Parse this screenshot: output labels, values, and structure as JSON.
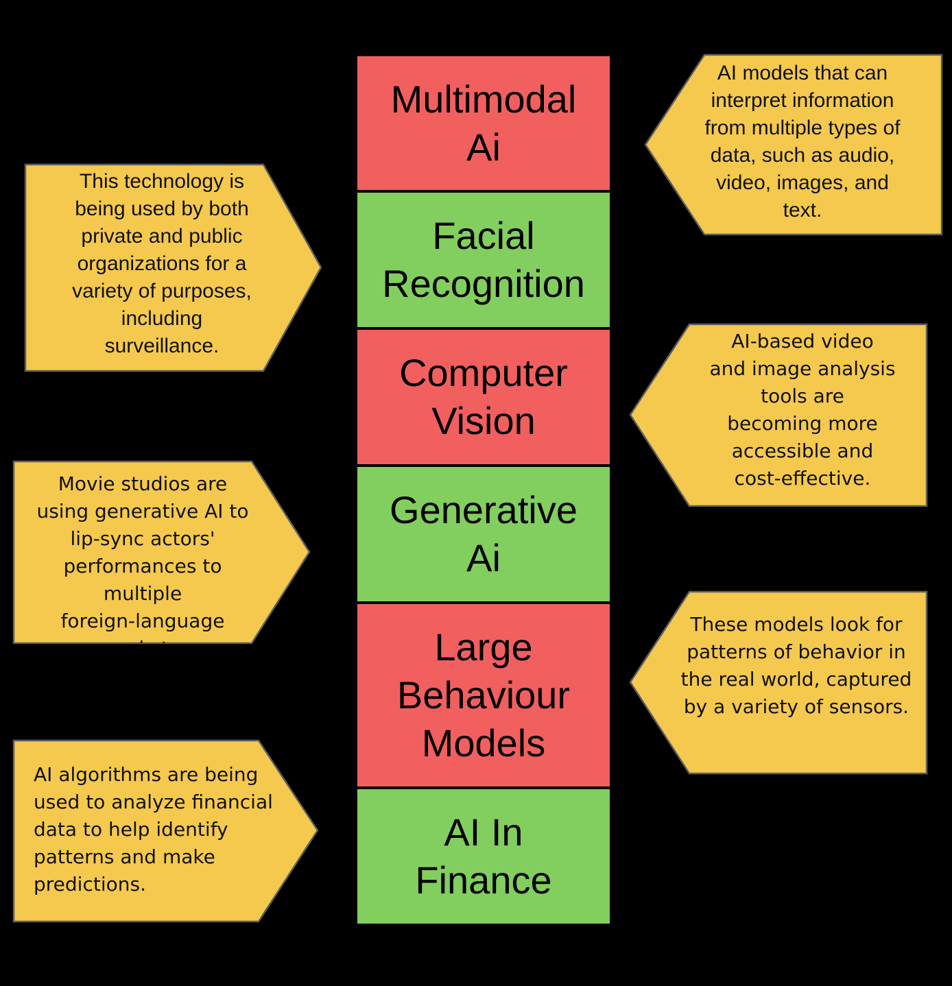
{
  "colors": {
    "red_box": "#F25F5F",
    "green_box": "#82CE5E",
    "callout_fill": "#F5C94E",
    "callout_stroke": "#5E5E5E",
    "background": "#000000"
  },
  "boxes": [
    {
      "lines": [
        "Multimodal",
        "Ai"
      ],
      "color": "red"
    },
    {
      "lines": [
        "Facial",
        "Recognition"
      ],
      "color": "green"
    },
    {
      "lines": [
        "Computer",
        "Vision"
      ],
      "color": "red"
    },
    {
      "lines": [
        "Generative",
        "Ai"
      ],
      "color": "green"
    },
    {
      "lines": [
        "Large",
        "Behaviour",
        "Models"
      ],
      "color": "red"
    },
    {
      "lines": [
        "AI In",
        "Finance"
      ],
      "color": "green"
    }
  ],
  "callouts": {
    "multimodal": [
      "AI models that can",
      "interpret information",
      "from multiple types of",
      "data, such as audio,",
      "video, images, and",
      "text."
    ],
    "facial": [
      "This technology is",
      "being used by both",
      "private and public",
      "organizations for a",
      "variety of purposes,",
      "including",
      "surveillance."
    ],
    "vision": [
      "AI-based video",
      "and image analysis",
      "tools are",
      "becoming more",
      "accessible and",
      "cost-effective."
    ],
    "generative": [
      "Movie studios are",
      "using generative AI to",
      "lip-sync actors'",
      "performances to",
      "multiple",
      "foreign-language",
      "markets."
    ],
    "behaviour": [
      "These models look for",
      "patterns of behavior in",
      "the real world, captured",
      "by a variety of sensors."
    ],
    "finance": [
      "AI algorithms are being",
      "used to analyze financial",
      "data to help identify",
      "patterns and make",
      "predictions."
    ]
  }
}
